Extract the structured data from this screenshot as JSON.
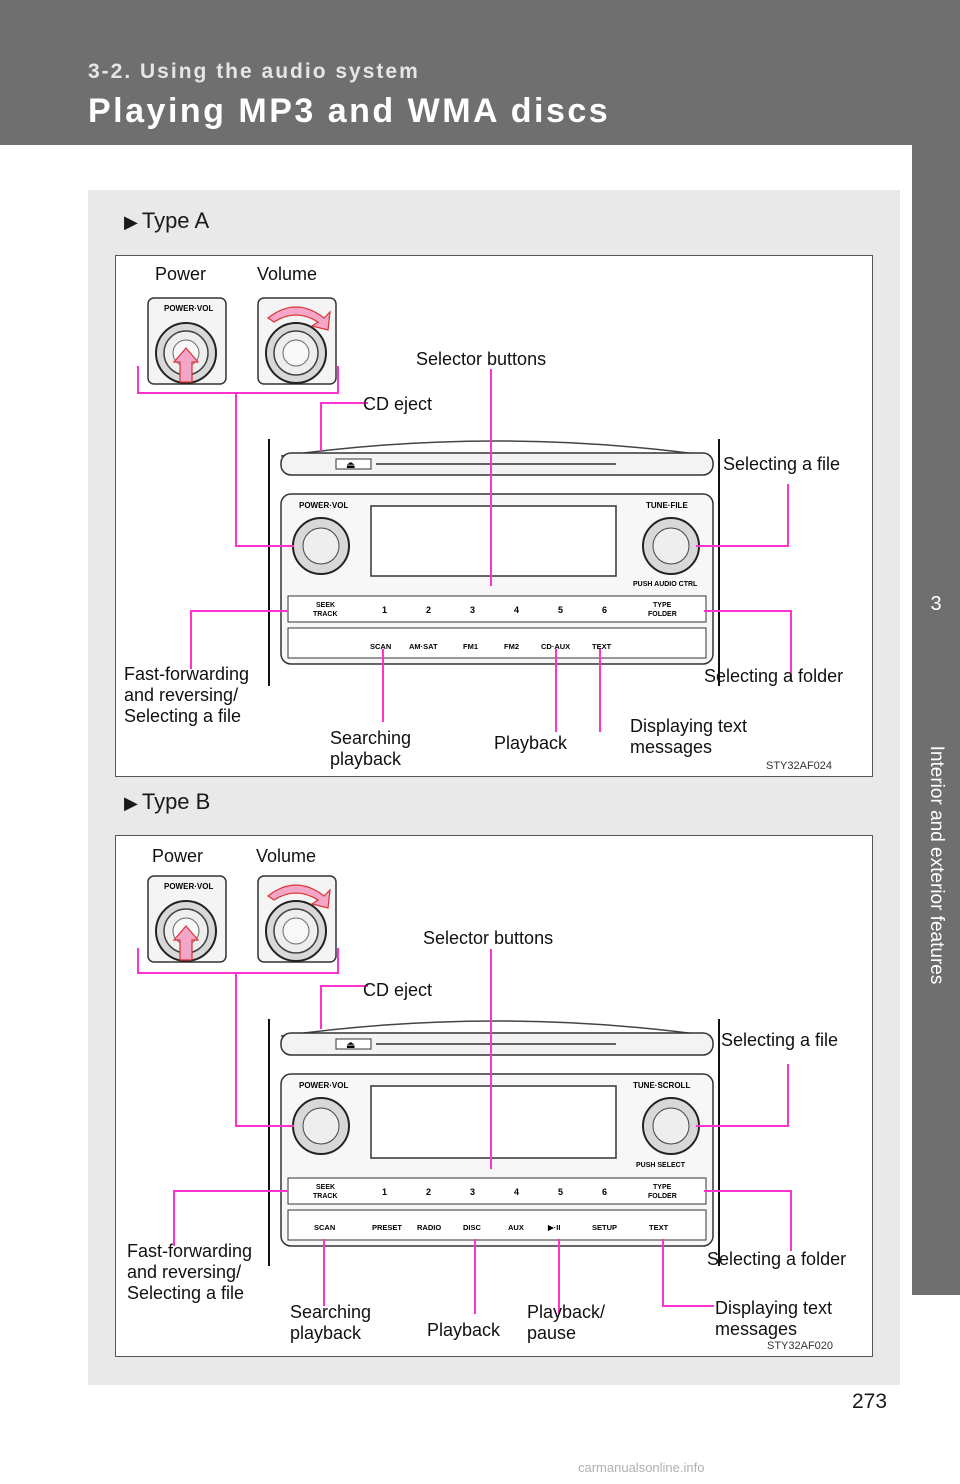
{
  "header": {
    "section": "3-2. Using the audio system",
    "title": "Playing MP3 and WMA discs"
  },
  "side_tab": {
    "chapter_number": "3",
    "chapter_title": "Interior and exterior features"
  },
  "colors": {
    "header_bg": "#6f6f6f",
    "panel_bg": "#e9e9e9",
    "callout_line": "#ff33cc",
    "highlight_arrow": "#f2a0c8"
  },
  "type_a": {
    "heading": "Type A",
    "labels": {
      "power": "Power",
      "volume": "Volume",
      "selector_buttons": "Selector buttons",
      "cd_eject": "CD eject",
      "selecting_file_right": "Selecting a file",
      "fast_forward": "Fast-forwarding\nand reversing/\nSelecting a file",
      "selecting_folder": "Selecting a folder",
      "searching_playback": "Searching\nplayback",
      "playback": "Playback",
      "displaying_text": "Displaying text\nmessages"
    },
    "figure_code": "STY32AF024",
    "knob_labels": {
      "power_vol": "POWER·VOL",
      "tune": "TUNE·FILE",
      "push": "PUSH AUDIO CTRL"
    },
    "seek": [
      "SEEK",
      "TRACK"
    ],
    "type_folder": [
      "TYPE",
      "FOLDER"
    ],
    "presets": [
      "1",
      "2",
      "3",
      "4",
      "5",
      "6"
    ],
    "bottom_buttons": [
      "SCAN",
      "AM·SAT",
      "FM1",
      "FM2",
      "CD·AUX",
      "TEXT"
    ]
  },
  "type_b": {
    "heading": "Type B",
    "labels": {
      "power": "Power",
      "volume": "Volume",
      "selector_buttons": "Selector buttons",
      "cd_eject": "CD eject",
      "selecting_file_right": "Selecting a file",
      "fast_forward": "Fast-forwarding\nand reversing/\nSelecting a file",
      "selecting_folder": "Selecting a folder",
      "searching_playback": "Searching\nplayback",
      "playback": "Playback",
      "playback_pause": "Playback/\npause",
      "displaying_text": "Displaying text\nmessages"
    },
    "figure_code": "STY32AF020",
    "knob_labels": {
      "power_vol": "POWER·VOL",
      "tune": "TUNE·SCROLL",
      "push": "PUSH SELECT"
    },
    "seek": [
      "SEEK",
      "TRACK"
    ],
    "type_folder": [
      "TYPE",
      "FOLDER"
    ],
    "presets": [
      "1",
      "2",
      "3",
      "4",
      "5",
      "6"
    ],
    "bottom_buttons": [
      "SCAN",
      "PRESET",
      "RADIO",
      "DISC",
      "AUX",
      "▶·II",
      "SETUP",
      "TEXT"
    ]
  },
  "page_number": "273",
  "watermark": "carmanualsonline.info"
}
